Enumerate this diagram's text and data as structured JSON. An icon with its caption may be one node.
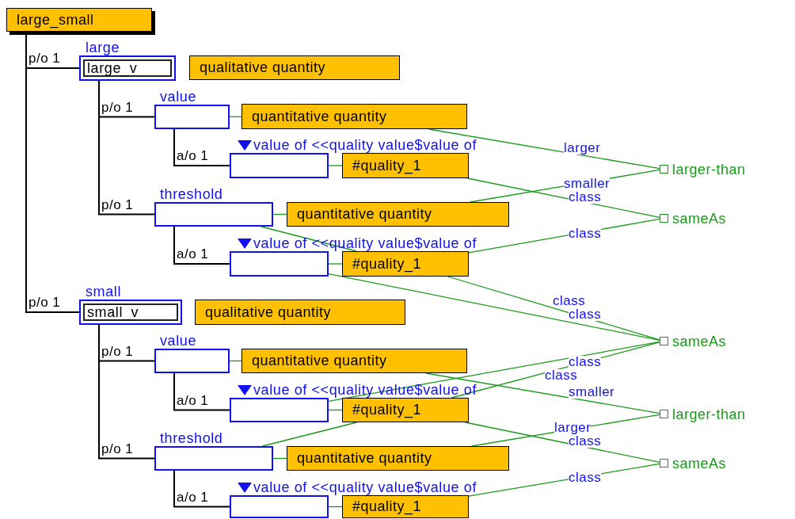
{
  "diagram": {
    "nodes": [
      {
        "text": [
          "large_small"
        ]
      },
      {
        "text": [
          "large",
          "large_v"
        ]
      },
      {
        "text": [
          "qualitative quantity"
        ]
      },
      {
        "text": [
          "value"
        ]
      },
      {
        "text": [
          "quantitative quantity"
        ]
      },
      {
        "text": [
          "value of <<quality value$value of"
        ]
      },
      {
        "text": [
          "#quality_1"
        ]
      },
      {
        "text": [
          "threshold"
        ]
      },
      {
        "text": [
          "quantitative quantity"
        ]
      },
      {
        "text": [
          "value of <<quality value$value of"
        ]
      },
      {
        "text": [
          "#quality_1"
        ]
      },
      {
        "text": [
          "small",
          "small_v"
        ]
      },
      {
        "text": [
          "qualitative quantity"
        ]
      },
      {
        "text": [
          "value"
        ]
      },
      {
        "text": [
          "quantitative quantity"
        ]
      },
      {
        "text": [
          "value of <<quality value$value of"
        ]
      },
      {
        "text": [
          "#quality_1"
        ]
      },
      {
        "text": [
          "threshold"
        ]
      },
      {
        "text": [
          "quantitative quantity"
        ]
      },
      {
        "text": [
          "value of <<quality value$value of"
        ]
      },
      {
        "text": [
          "#quality_1"
        ]
      },
      {
        "text": [
          "larger-than"
        ]
      },
      {
        "text": [
          "sameAs"
        ]
      },
      {
        "text": [
          "sameAs"
        ]
      },
      {
        "text": [
          "larger-than"
        ]
      },
      {
        "text": [
          "sameAs"
        ]
      }
    ],
    "edges": [
      {
        "from": 0,
        "to": 1,
        "arrow": "none",
        "label": "p/o 1",
        "color": "#000000"
      },
      {
        "from": 1,
        "to": 3,
        "arrow": "none",
        "label": "p/o 1",
        "color": "#000000"
      },
      {
        "from": 3,
        "to": 5,
        "arrow": "none",
        "label": "a/o 1",
        "color": "#000000"
      },
      {
        "from": 1,
        "to": 7,
        "arrow": "none",
        "label": "p/o 1",
        "color": "#000000"
      },
      {
        "from": 7,
        "to": 9,
        "arrow": "none",
        "label": "a/o 1",
        "color": "#000000"
      },
      {
        "from": 0,
        "to": 11,
        "arrow": "none",
        "label": "p/o 1",
        "color": "#000000"
      },
      {
        "from": 11,
        "to": 13,
        "arrow": "none",
        "label": "p/o 1",
        "color": "#000000"
      },
      {
        "from": 13,
        "to": 15,
        "arrow": "none",
        "label": "a/o 1",
        "color": "#000000"
      },
      {
        "from": 11,
        "to": 17,
        "arrow": "none",
        "label": "p/o 1",
        "color": "#000000"
      },
      {
        "from": 17,
        "to": 19,
        "arrow": "none",
        "label": "a/o 1",
        "color": "#000000"
      },
      {
        "from": 3,
        "to": 4,
        "arrow": "none"
      },
      {
        "from": 5,
        "to": 6,
        "arrow": "none"
      },
      {
        "from": 7,
        "to": 8,
        "arrow": "none"
      },
      {
        "from": 9,
        "to": 10,
        "arrow": "none"
      },
      {
        "from": 7,
        "to": 10,
        "arrow": "none"
      },
      {
        "from": 13,
        "to": 14,
        "arrow": "none"
      },
      {
        "from": 15,
        "to": 16,
        "arrow": "none"
      },
      {
        "from": 17,
        "to": 18,
        "arrow": "none"
      },
      {
        "from": 19,
        "to": 20,
        "arrow": "none"
      },
      {
        "from": 17,
        "to": 16,
        "arrow": "none"
      },
      {
        "from": 4,
        "to": 21,
        "arrow": "none",
        "label": "larger"
      },
      {
        "from": 8,
        "to": 21,
        "arrow": "none",
        "label": "smaller"
      },
      {
        "from": 6,
        "to": 22,
        "arrow": "none",
        "label": "class"
      },
      {
        "from": 10,
        "to": 22,
        "arrow": "none",
        "label": "class"
      },
      {
        "from": 9,
        "to": 23,
        "arrow": "none",
        "label": "class"
      },
      {
        "from": 10,
        "to": 23,
        "arrow": "none",
        "label": "class"
      },
      {
        "from": 15,
        "to": 23,
        "arrow": "none",
        "label": "class"
      },
      {
        "from": 16,
        "to": 23,
        "arrow": "none",
        "label": "class"
      },
      {
        "from": 14,
        "to": 24,
        "arrow": "none",
        "label": "smaller"
      },
      {
        "from": 18,
        "to": 24,
        "arrow": "none",
        "label": "larger"
      },
      {
        "from": 16,
        "to": 25,
        "arrow": "none",
        "label": "class"
      },
      {
        "from": 20,
        "to": 25,
        "arrow": "none",
        "label": "class"
      }
    ]
  }
}
